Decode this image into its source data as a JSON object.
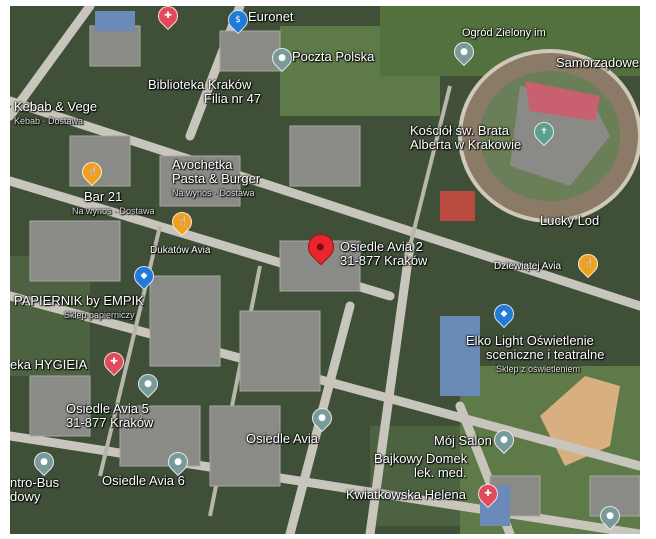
{
  "labels": {
    "euronet": "Euronet",
    "poczta": "Poczta Polska",
    "ogrod": "Ogród Zielony im",
    "samorzadowe": "Samorządowe",
    "biblioteka": "Biblioteka Kraków",
    "biblioteka_2": "Filia nr 47",
    "kebab": "Kebab & Vege",
    "kebab_sub": "Kebab · Dostawa",
    "kosciol": "Kościół św. Brata",
    "kosciol_2": "Alberta w Krakowie",
    "avochetka": "Avochetka",
    "avochetka_2": "Pasta & Burger",
    "avochetka_sub": "Na wynos · Dostawa",
    "bar": "Bar 21",
    "bar_sub": "Na wynos · Dostawa",
    "lucky": "Lucky Lod",
    "osiedle2": "Osiedle Avia 2",
    "osiedle2_b": "31-877 Kraków",
    "dukatow": "Dukatów Avia",
    "papiernik": "PAPIERNIK by EMPIK",
    "papiernik_sub": "Sklep papierniczy",
    "dziewiatej": "Dziewiątej Avia",
    "elko": "Elko Light Oświetlenie",
    "elko_2": "sceniczne i teatralne",
    "elko_sub": "Sklep z oświetleniem",
    "hygieia": "eka HYGIEIA",
    "osiedle5": "Osiedle Avia 5",
    "osiedle5_b": "31-877 Kraków",
    "avia": "Osiedle Avia",
    "salon": "Mój Salon",
    "bajkowy": "Bajkowy Domek",
    "bajkowy_2": "lek. med.",
    "kwiatkowska": "Kwiatkowska Helena",
    "osiedle6": "Osiedle Avia 6",
    "bus": "ntro-Bus",
    "bus_2": "dowy"
  },
  "icons": {
    "restaurant": "restaurant-icon",
    "shopping": "shopping-bag-icon",
    "pharmacy": "pharmacy-icon",
    "church": "church-icon",
    "bank": "bank-icon",
    "place": "place-pin-icon",
    "main": "location-marker-icon"
  },
  "colors": {
    "restaurant_pin": "#f0a020",
    "shopping_pin": "#1f7ad8",
    "health_pin": "#e04a5a",
    "place_pin": "#7a9a9a",
    "main_marker": "#e8262e",
    "stadium_roof": "#c86070"
  }
}
